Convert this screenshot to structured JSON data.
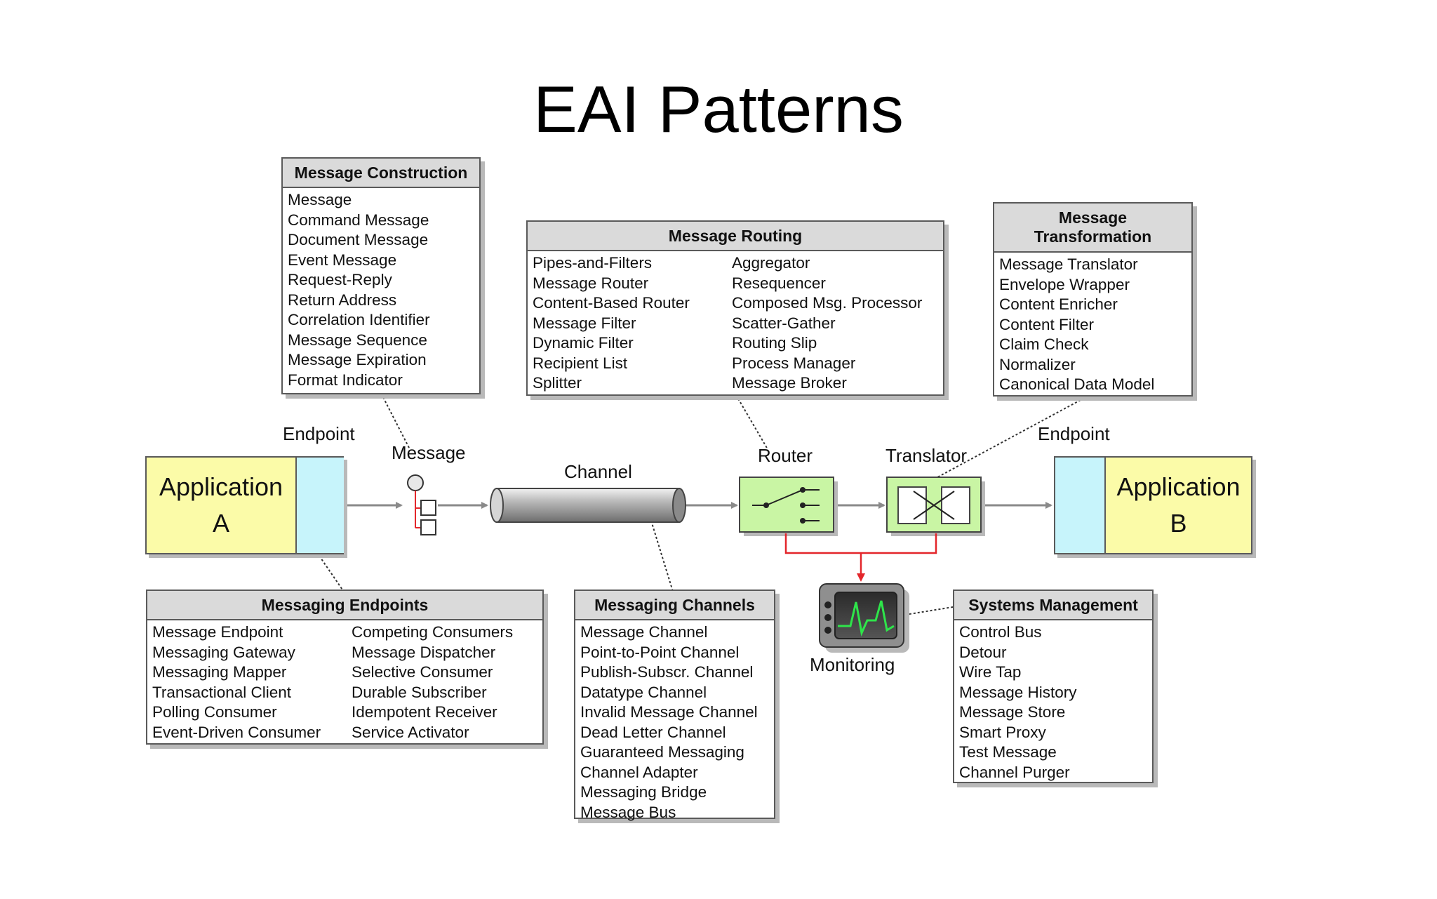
{
  "title": "EAI Patterns",
  "labels": {
    "endpoint_left": "Endpoint",
    "endpoint_right": "Endpoint",
    "message": "Message",
    "channel": "Channel",
    "router": "Router",
    "translator": "Translator",
    "monitoring": "Monitoring"
  },
  "app_a": {
    "line1": "Application",
    "line2": "A"
  },
  "app_b": {
    "line1": "Application",
    "line2": "B"
  },
  "message_construction": {
    "title": "Message Construction",
    "items": [
      "Message",
      "Command Message",
      "Document Message",
      "Event Message",
      "Request-Reply",
      "Return Address",
      "Correlation Identifier",
      "Message Sequence",
      "Message Expiration",
      "Format Indicator"
    ]
  },
  "message_routing": {
    "title": "Message Routing",
    "left": [
      "Pipes-and-Filters",
      "Message Router",
      "Content-Based Router",
      "Message Filter",
      "Dynamic Filter",
      "Recipient List",
      "Splitter"
    ],
    "right": [
      "Aggregator",
      "Resequencer",
      "Composed Msg. Processor",
      "Scatter-Gather",
      "Routing Slip",
      "Process Manager",
      "Message Broker"
    ]
  },
  "message_transformation": {
    "title_line1": "Message",
    "title_line2": "Transformation",
    "items": [
      "Message Translator",
      "Envelope Wrapper",
      "Content Enricher",
      "Content Filter",
      "Claim Check",
      "Normalizer",
      "Canonical Data Model"
    ]
  },
  "messaging_endpoints": {
    "title": "Messaging Endpoints",
    "left": [
      "Message Endpoint",
      "Messaging Gateway",
      "Messaging Mapper",
      "Transactional Client",
      "Polling Consumer",
      "Event-Driven Consumer"
    ],
    "right": [
      "Competing Consumers",
      "Message Dispatcher",
      "Selective Consumer",
      "Durable Subscriber",
      "Idempotent Receiver",
      "Service Activator"
    ]
  },
  "messaging_channels": {
    "title": "Messaging Channels",
    "items": [
      "Message Channel",
      "Point-to-Point Channel",
      "Publish-Subscr. Channel",
      "Datatype Channel",
      "Invalid Message Channel",
      "Dead Letter Channel",
      "Guaranteed Messaging",
      "Channel Adapter",
      "Messaging Bridge",
      "Message Bus"
    ]
  },
  "systems_management": {
    "title": "Systems Management",
    "items": [
      "Control Bus",
      "Detour",
      "Wire Tap",
      "Message History",
      "Message Store",
      "Smart Proxy",
      "Test Message",
      "Channel Purger"
    ]
  },
  "colors": {
    "app": "#fbfba8",
    "endpoint": "#c7f4fb",
    "filter": "#c9f5a4",
    "header": "#dadada",
    "control": "#e3262b",
    "monitor_trace": "#2ee54a"
  }
}
